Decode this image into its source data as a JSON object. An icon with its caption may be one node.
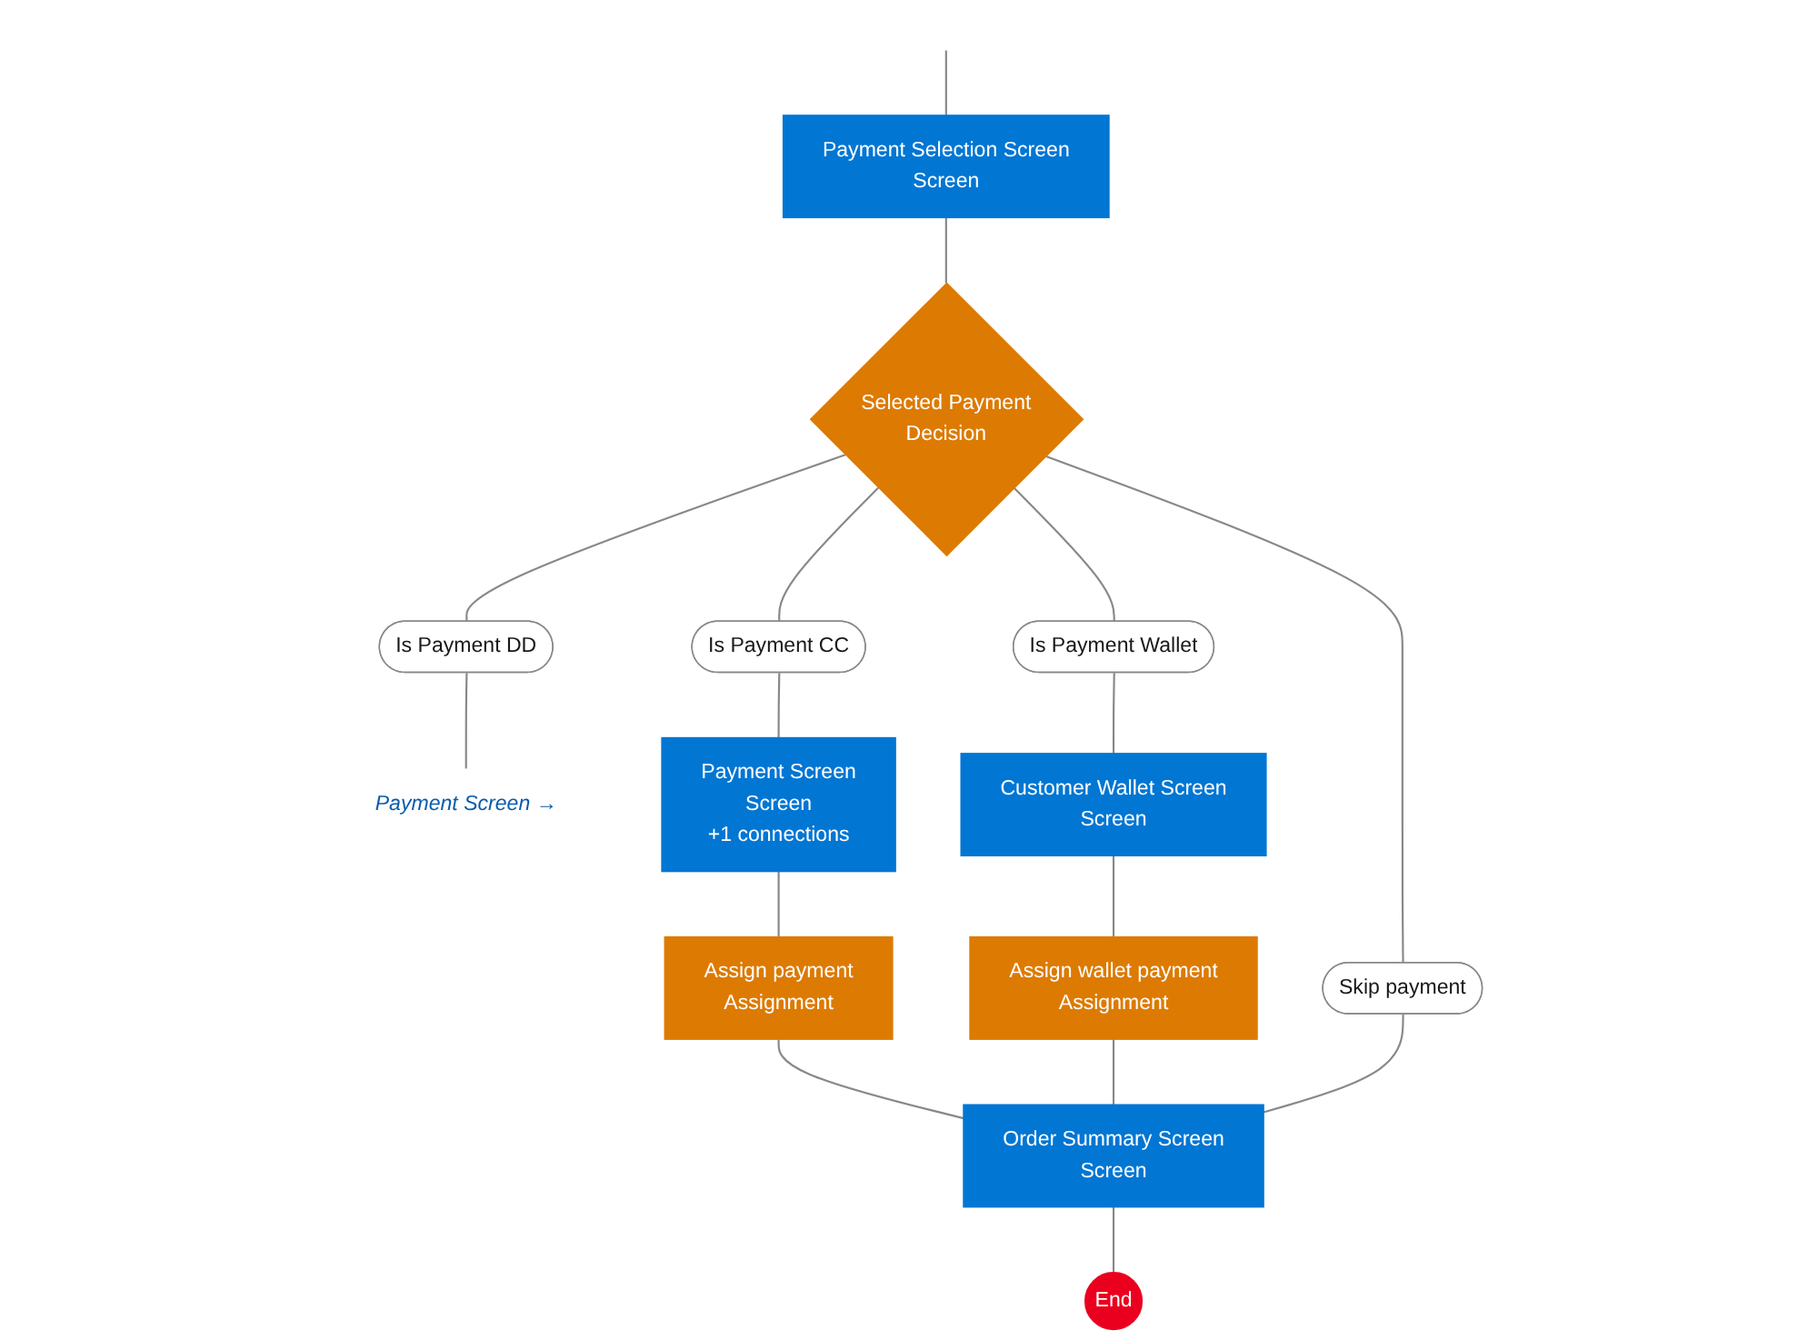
{
  "diagram": {
    "nodes": [
      {
        "text": [
          "Payment Selection Screen",
          "Screen"
        ]
      },
      {
        "text": [
          "Selected Payment",
          "Decision"
        ]
      },
      {
        "text": [
          "Is Payment DD"
        ]
      },
      {
        "text": [
          "Is Payment CC"
        ]
      },
      {
        "text": [
          "Is Payment Wallet"
        ]
      },
      {
        "text": [
          "Skip payment"
        ]
      },
      {
        "text": [
          "Payment Screen →"
        ]
      },
      {
        "text": [
          "Payment Screen",
          "Screen",
          "+1 connections"
        ]
      },
      {
        "text": [
          "Customer Wallet Screen",
          "Screen"
        ]
      },
      {
        "text": [
          "Assign payment",
          "Assignment"
        ]
      },
      {
        "text": [
          "Assign wallet payment",
          "Assignment"
        ]
      },
      {
        "text": [
          "Order Summary Screen",
          "Screen"
        ]
      },
      {
        "text": [
          "End"
        ]
      }
    ],
    "edges": [
      {
        "from": null,
        "to": 0,
        "arrow": "none"
      },
      {
        "from": 0,
        "to": 1,
        "arrow": "none"
      },
      {
        "from": 1,
        "to": 2,
        "arrow": "none"
      },
      {
        "from": 1,
        "to": 3,
        "arrow": "none"
      },
      {
        "from": 1,
        "to": 4,
        "arrow": "none"
      },
      {
        "from": 1,
        "to": 5,
        "arrow": "none"
      },
      {
        "from": 2,
        "to": 6,
        "arrow": "none"
      },
      {
        "from": 3,
        "to": 7,
        "arrow": "none"
      },
      {
        "from": 4,
        "to": 8,
        "arrow": "none"
      },
      {
        "from": 7,
        "to": 9,
        "arrow": "none"
      },
      {
        "from": 8,
        "to": 10,
        "arrow": "none"
      },
      {
        "from": 9,
        "to": 11,
        "arrow": "none"
      },
      {
        "from": 10,
        "to": 11,
        "arrow": "none"
      },
      {
        "from": 5,
        "to": 11,
        "arrow": "none"
      },
      {
        "from": 11,
        "to": 12,
        "arrow": "none"
      }
    ]
  }
}
